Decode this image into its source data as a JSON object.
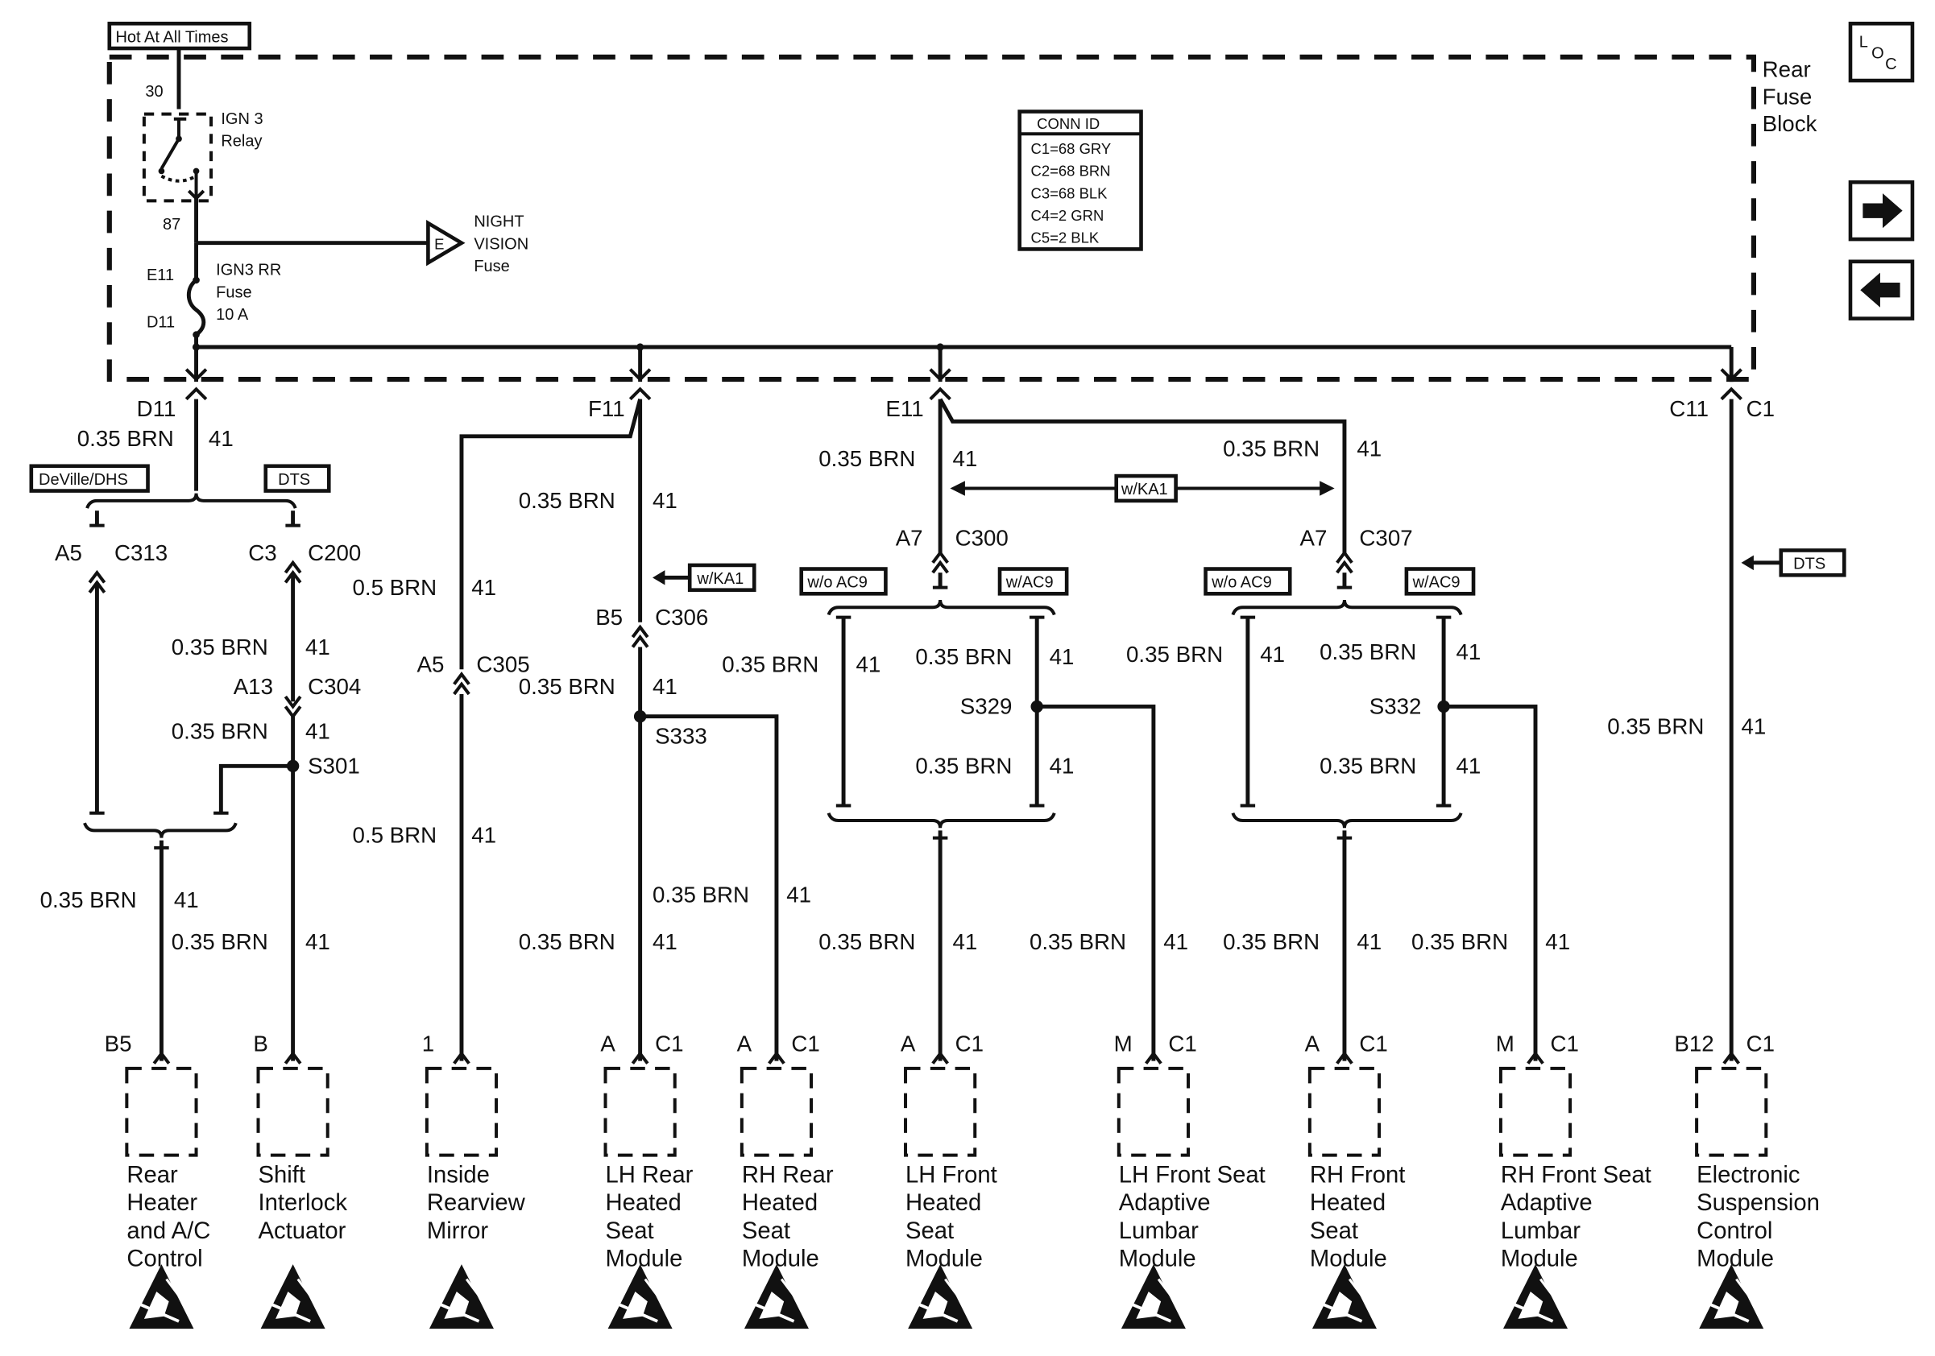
{
  "header": {
    "hot_label": "Hot At All Times",
    "fuse_block_lines": [
      "Rear",
      "Fuse",
      "Block"
    ],
    "loc_letters": [
      "L",
      "O",
      "C"
    ],
    "next_icon": "arrow-right-icon",
    "prev_icon": "arrow-left-icon"
  },
  "relay": {
    "pin_in": "30",
    "pin_out": "87",
    "label_lines": [
      "IGN 3",
      "Relay"
    ]
  },
  "night_vision": {
    "pin": "E",
    "label_lines": [
      "NIGHT",
      "VISION",
      "Fuse"
    ]
  },
  "fuse": {
    "pin_top": "E11",
    "pin_bottom": "D11",
    "label_lines": [
      "IGN3 RR",
      "Fuse",
      "10 A"
    ]
  },
  "conn_id": {
    "title": "CONN ID",
    "rows": [
      "C1=68 GRY",
      "C2=68 BRN",
      "C3=68 BLK",
      "C4=2 GRN",
      "C5=2 BLK"
    ]
  },
  "outputs": {
    "d11": "D11",
    "f11": "F11",
    "e11": "E11",
    "c11": "C11",
    "c1": "C1"
  },
  "options": {
    "deville": "DeVille/DHS",
    "dts": "DTS",
    "wka1": "w/KA1",
    "woac9": "w/o AC9",
    "wac9": "w/AC9"
  },
  "connectors": {
    "a5": "A5",
    "c313": "C313",
    "c3": "C3",
    "c200": "C200",
    "a13": "A13",
    "c304": "C304",
    "c305": "C305",
    "b5": "B5",
    "c306": "C306",
    "a7": "A7",
    "c300": "C300",
    "c307": "C307"
  },
  "splices": {
    "s301": "S301",
    "s333": "S333",
    "s329": "S329",
    "s332": "S332"
  },
  "wire": {
    "brn035": "0.35 BRN",
    "brn05": "0.5 BRN",
    "circuit": "41"
  },
  "modules": [
    {
      "pin": "B5",
      "conn": "",
      "label_lines": [
        "Rear",
        "Heater",
        "and A/C",
        "Control"
      ]
    },
    {
      "pin": "B",
      "conn": "",
      "label_lines": [
        "Shift",
        "Interlock",
        "Actuator"
      ]
    },
    {
      "pin": "1",
      "conn": "",
      "label_lines": [
        "Inside",
        "Rearview",
        "Mirror"
      ]
    },
    {
      "pin": "A",
      "conn": "C1",
      "label_lines": [
        "LH Rear",
        "Heated",
        "Seat",
        "Module"
      ]
    },
    {
      "pin": "A",
      "conn": "C1",
      "label_lines": [
        "RH Rear",
        "Heated",
        "Seat",
        "Module"
      ]
    },
    {
      "pin": "A",
      "conn": "C1",
      "label_lines": [
        "LH Front",
        "Heated",
        "Seat",
        "Module"
      ]
    },
    {
      "pin": "M",
      "conn": "C1",
      "label_lines": [
        "LH Front Seat",
        "Adaptive",
        "Lumbar",
        "Module"
      ]
    },
    {
      "pin": "A",
      "conn": "C1",
      "label_lines": [
        "RH Front",
        "Heated",
        "Seat",
        "Module"
      ]
    },
    {
      "pin": "M",
      "conn": "C1",
      "label_lines": [
        "RH Front Seat",
        "Adaptive",
        "Lumbar",
        "Module"
      ]
    },
    {
      "pin": "B12",
      "conn": "C1",
      "label_lines": [
        "Electronic",
        "Suspension",
        "Control",
        "Module"
      ]
    }
  ],
  "esd_icon": "esd-warning-icon"
}
